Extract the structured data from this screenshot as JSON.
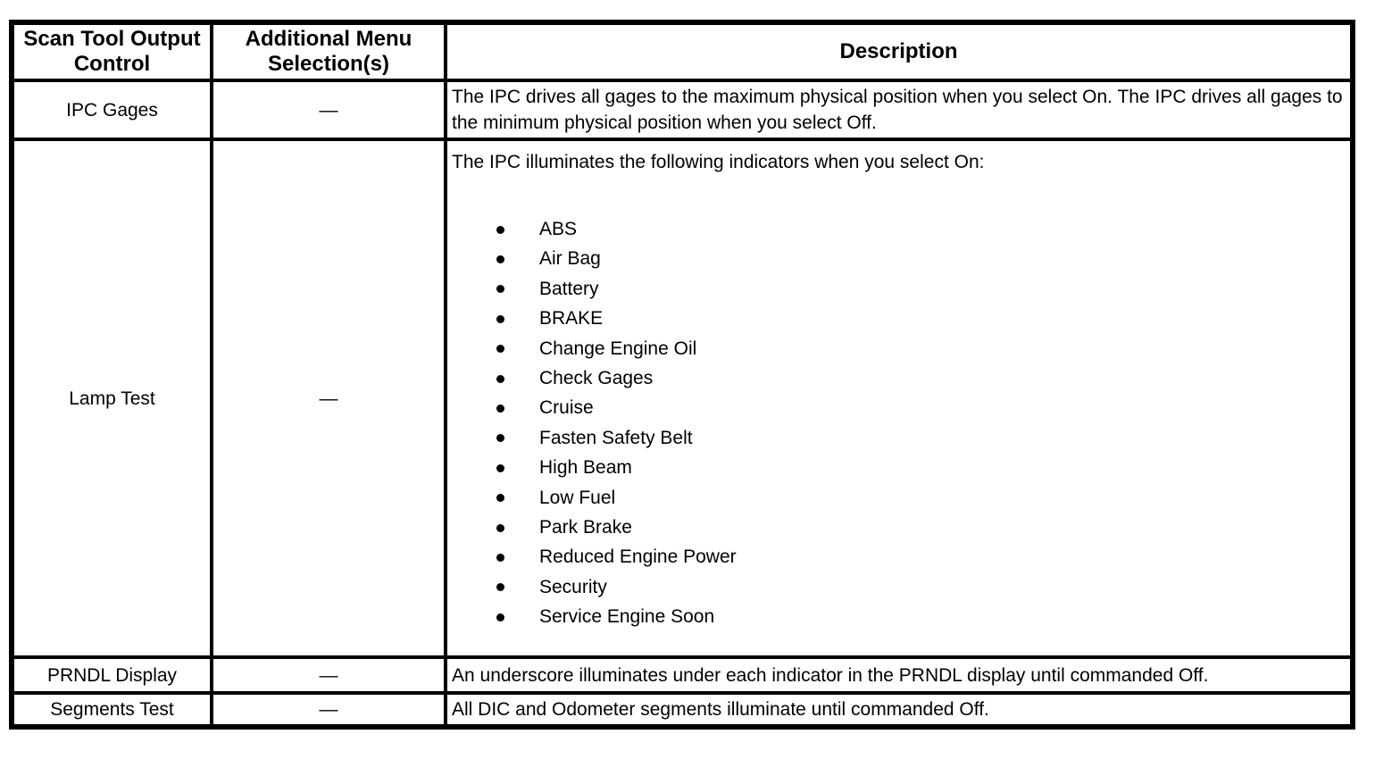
{
  "page": {
    "background_color": "#ffffff",
    "text_color": "#000000",
    "border_color": "#000000"
  },
  "table": {
    "headers": [
      "Scan Tool Output Control",
      "Additional Menu Selection(s)",
      "Description"
    ],
    "rows": [
      {
        "control": "IPC Gages",
        "menu": "—",
        "description": {
          "text": "The IPC drives all gages to the maximum physical position when you select On. The IPC drives all gages to the minimum physical position when you select Off."
        }
      },
      {
        "control": "Lamp Test",
        "menu": "—",
        "description": {
          "intro": "The IPC illuminates the following indicators when you select On:",
          "bullets": [
            "ABS",
            "Air Bag",
            "Battery",
            "BRAKE",
            "Change Engine Oil",
            "Check Gages",
            "Cruise",
            "Fasten Safety Belt",
            "High Beam",
            "Low Fuel",
            "Park Brake",
            "Reduced Engine Power",
            "Security",
            "Service Engine Soon"
          ]
        }
      },
      {
        "control": "PRNDL Display",
        "menu": "—",
        "description": {
          "text": "An underscore illuminates under each indicator in the PRNDL display until commanded Off."
        }
      },
      {
        "control": "Segments Test",
        "menu": "—",
        "description": {
          "text": "All DIC and Odometer segments illuminate until commanded Off."
        }
      }
    ]
  }
}
